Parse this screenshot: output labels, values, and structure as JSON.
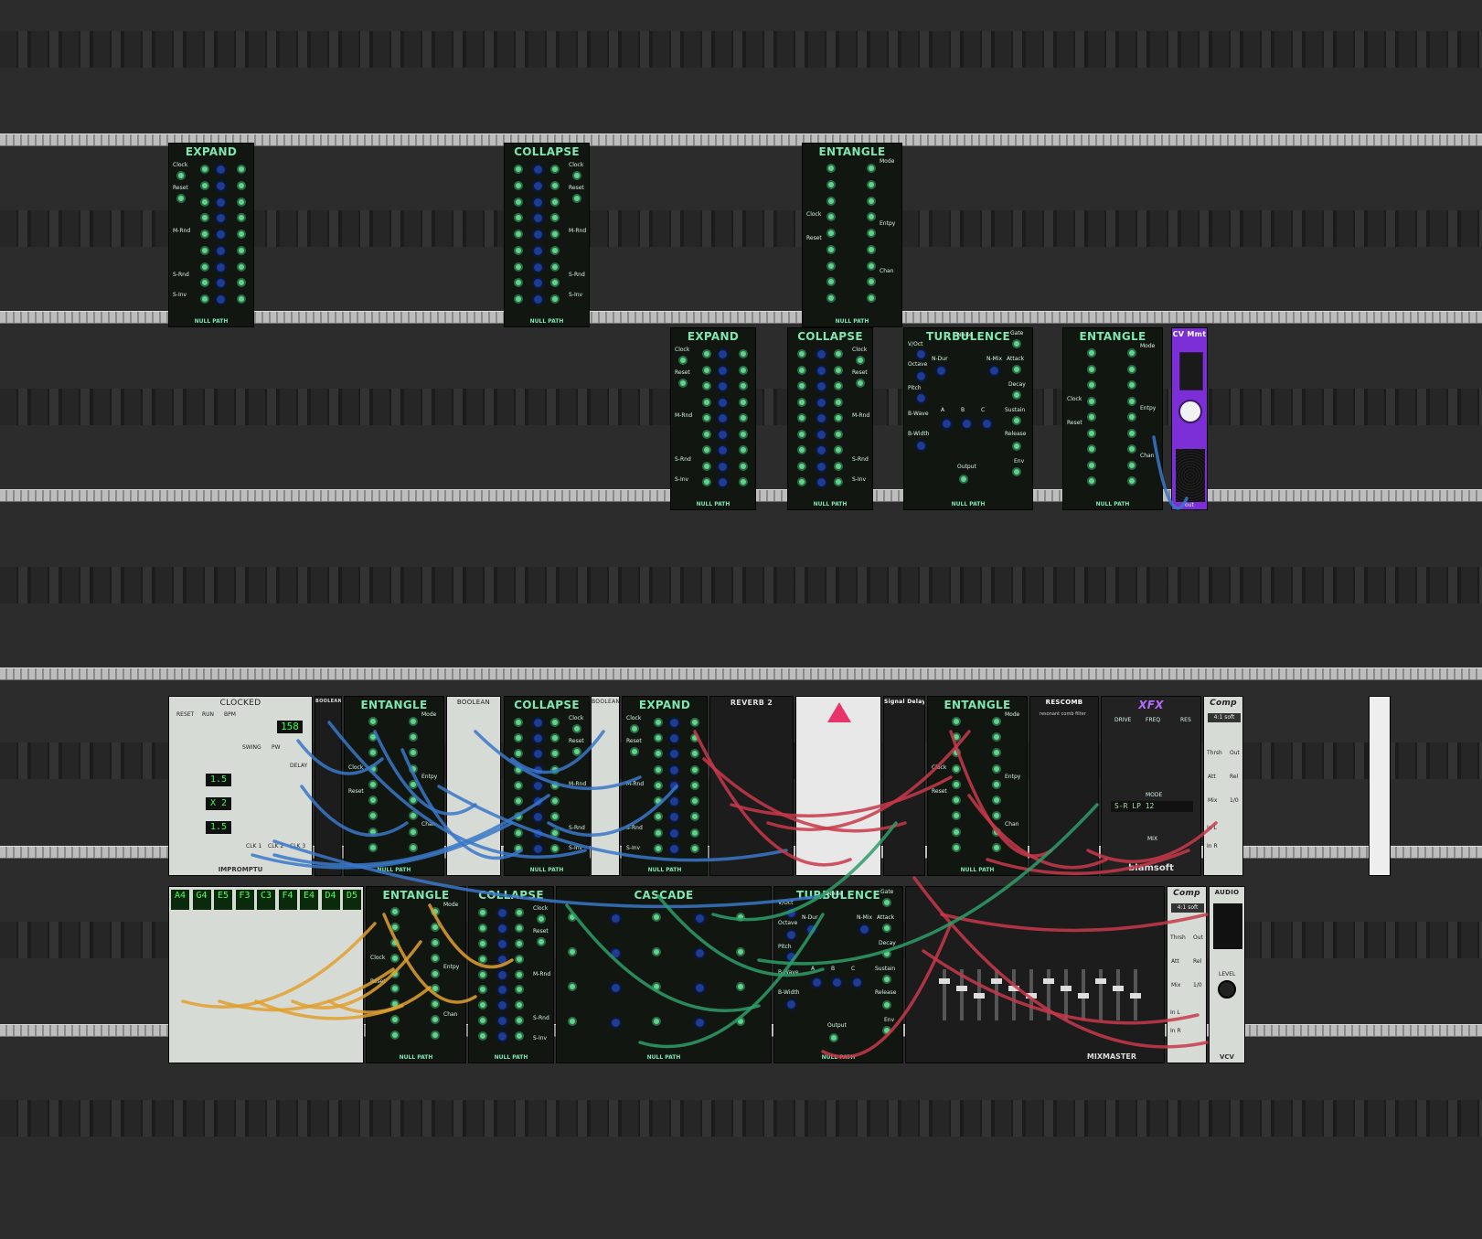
{
  "colors": {
    "background": "#2c2c2c",
    "rail": "#bdbdbd",
    "panel": "#111611",
    "label": "#7fe6b0",
    "jack": "#5fd48a",
    "knob": "#1e3c90",
    "cable_blue": "#3a78c8",
    "cable_red": "#c8384a",
    "cable_orange": "#e0a030",
    "cable_green": "#2e9e68"
  },
  "brand": "NULL PATH",
  "labels": {
    "clock": "Clock",
    "reset": "Reset",
    "mrnd": "M-Rnd",
    "srnd": "S-Rnd",
    "sinv": "S-Inv",
    "mode": "Mode",
    "entpy": "Entpy",
    "chan": "Chan",
    "voct": "V/Oct",
    "octave": "Octave",
    "pitch": "Pitch",
    "bwave": "B-Wave",
    "bwidth": "B-Width",
    "noise": "Noise",
    "ndur": "N-Dur",
    "nmix": "N-Mix",
    "gate": "Gate",
    "attack": "Attack",
    "decay": "Decay",
    "sustain": "Sustain",
    "release": "Release",
    "env": "Env",
    "output": "Output",
    "a": "A",
    "b": "B",
    "c": "C",
    "out": "out"
  },
  "modules": {
    "expand": "EXPAND",
    "collapse": "COLLAPSE",
    "entangle": "ENTANGLE",
    "turbulence": "TURBULENCE",
    "cascade": "CASCADE",
    "cvmmt": "CV Mmt",
    "clocked": "CLOCKED",
    "impromptu": "IMPROMPTU",
    "boolean": "BOOLEAN",
    "reverb2": "REVERB 2",
    "signal_delay": "Signal Delay",
    "rescomb": "RESCOMB",
    "rescomb_sub": "resonant comb filter",
    "xfx": "XFX",
    "blamsoft": "blamsoft",
    "comp": "Comp",
    "audio": "AUDIO",
    "mixmaster": "MIXMASTER",
    "level": "LEVEL",
    "vcv": "VCV"
  },
  "clocked": {
    "bpm": "158",
    "ratio1": "1.5",
    "ratio2": "X 2",
    "ratio3": "1.5",
    "reset": "RESET",
    "run": "RUN",
    "bpm_label": "BPM",
    "swing": "SWING",
    "pw": "PW",
    "delay": "DELAY",
    "clk1": "CLK 1",
    "clk2": "CLK 2",
    "clk3": "CLK 3"
  },
  "notes": [
    "A4",
    "G4",
    "E5",
    "F3",
    "C3",
    "F4",
    "E4",
    "D4",
    "D5"
  ],
  "comp": {
    "ratio": "4:1 soft",
    "thrsh": "Thrsh",
    "out": "Out",
    "att": "Att",
    "rel": "Rel",
    "mix": "Mix",
    "io": "1/0",
    "inl": "In L",
    "inr": "In R"
  },
  "xfx": {
    "drive": "DRIVE",
    "freq": "FREQ",
    "res": "RES",
    "mode": "MODE",
    "mix": "MIX",
    "display": "S-R LP 12"
  }
}
